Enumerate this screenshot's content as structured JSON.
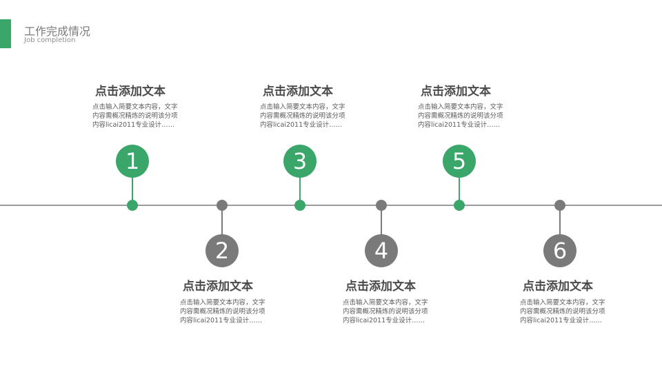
{
  "header": {
    "title": "工作完成情况",
    "subtitle": "Job completion"
  },
  "colors": {
    "accent": "#3aa66a",
    "neutral": "#7a7a7a",
    "line": "#9a9a9a"
  },
  "items": [
    {
      "number": "1",
      "title": "点击添加文本",
      "desc": "点击输入简要文本内容，文字内容需概况精炼的说明该分项内容licai2011专业设计……"
    },
    {
      "number": "2",
      "title": "点击添加文本",
      "desc": "点击输入简要文本内容，文字内容需概况精炼的说明该分项内容licai2011专业设计……"
    },
    {
      "number": "3",
      "title": "点击添加文本",
      "desc": "点击输入简要文本内容，文字内容需概况精炼的说明该分项内容licai2011专业设计……"
    },
    {
      "number": "4",
      "title": "点击添加文本",
      "desc": "点击输入简要文本内容，文字内容需概况精炼的说明该分项内容licai2011专业设计……"
    },
    {
      "number": "5",
      "title": "点击添加文本",
      "desc": "点击输入简要文本内容，文字内容需概况精炼的说明该分项内容licai2011专业设计……"
    },
    {
      "number": "6",
      "title": "点击添加文本",
      "desc": "点击输入简要文本内容，文字内容需概况精炼的说明该分项内容licai2011专业设计……"
    }
  ]
}
